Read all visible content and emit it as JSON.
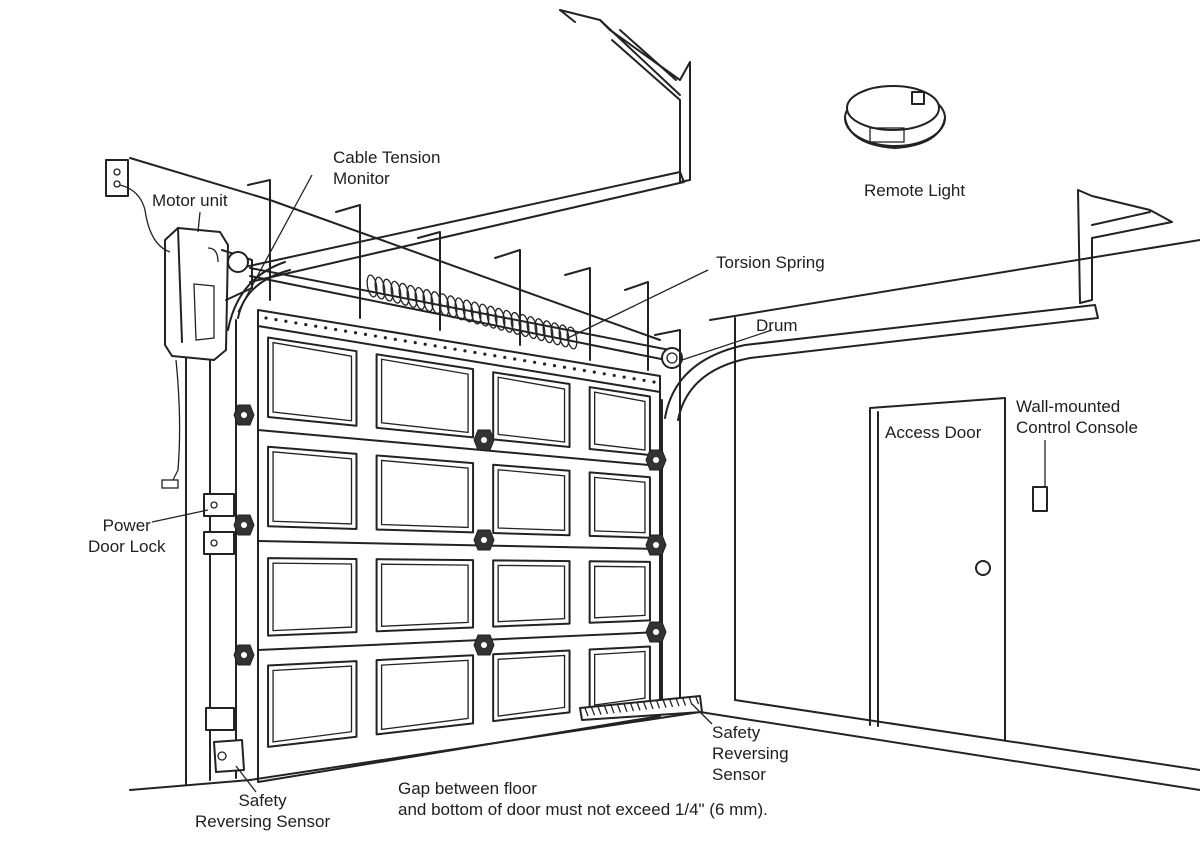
{
  "diagram": {
    "labels": {
      "cable_tension_monitor": [
        "Cable Tension",
        "Monitor"
      ],
      "motor_unit": "Motor unit",
      "remote_light": "Remote Light",
      "torsion_spring": "Torsion Spring",
      "drum": "Drum",
      "wall_console": [
        "Wall-mounted",
        "Control Console"
      ],
      "access_door": "Access Door",
      "power_door_lock": [
        "Power",
        "Door Lock"
      ],
      "safety_sensor_right": [
        "Safety",
        "Reversing",
        "Sensor"
      ],
      "safety_sensor_left": [
        "Safety",
        "Reversing Sensor"
      ],
      "gap_note": [
        "Gap between floor",
        "and bottom of door must not exceed 1/4\" (6 mm)."
      ]
    },
    "colors": {
      "ink": "#222222",
      "background": "#ffffff"
    }
  }
}
